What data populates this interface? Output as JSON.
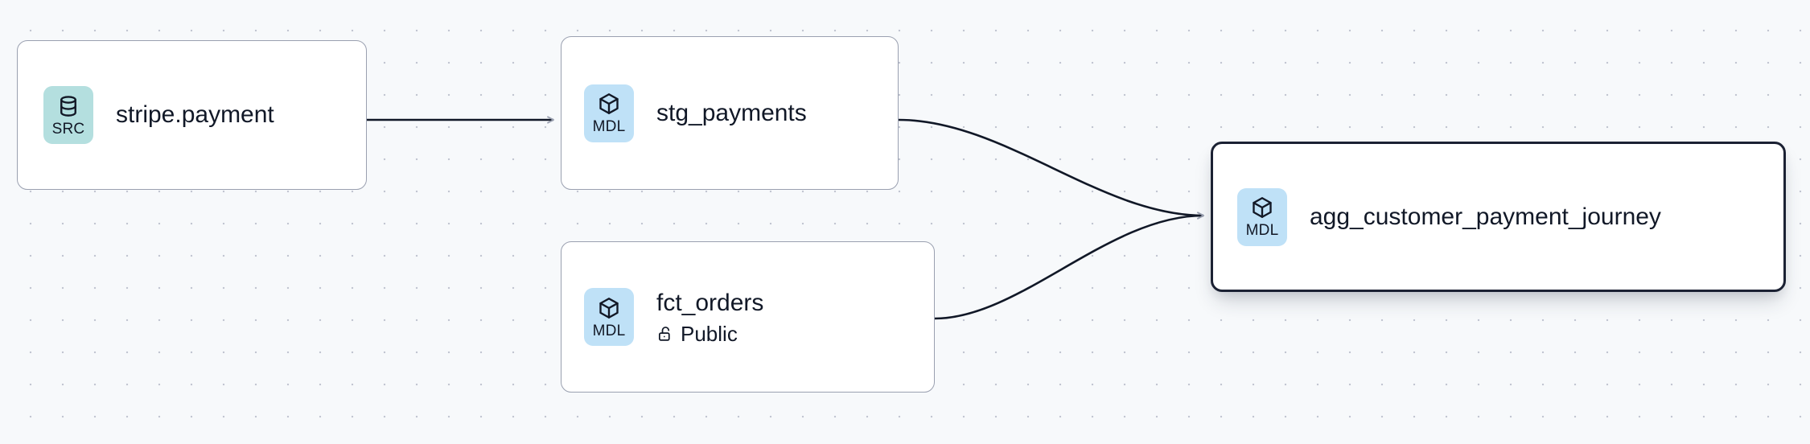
{
  "canvas": {
    "background_color": "#f7f9fb",
    "dot_color": "#c2c6d2",
    "dot_spacing": 40
  },
  "colors": {
    "source_badge": "#b4dfdf",
    "model_badge": "#bfe1f7",
    "node_border": "#9aa0b0",
    "selected_border": "#1b2133",
    "edge_stroke": "#111827",
    "arrowhead": "#9aa0b0",
    "text": "#111827"
  },
  "graph": {
    "type": "lineage-dag",
    "nodes": [
      {
        "id": "stripe-payment",
        "title": "stripe.payment",
        "badge_label": "SRC",
        "badge_kind": "source",
        "icon": "database-icon",
        "selected": false,
        "meta": null
      },
      {
        "id": "stg-payments",
        "title": "stg_payments",
        "badge_label": "MDL",
        "badge_kind": "model",
        "icon": "cube-icon",
        "selected": false,
        "meta": null
      },
      {
        "id": "fct-orders",
        "title": "fct_orders",
        "badge_label": "MDL",
        "badge_kind": "model",
        "icon": "cube-icon",
        "selected": false,
        "meta": {
          "icon": "unlock-icon",
          "label": "Public"
        }
      },
      {
        "id": "agg-customer-payment-journey",
        "title": "agg_customer_payment_journey",
        "badge_label": "MDL",
        "badge_kind": "model",
        "icon": "cube-icon",
        "selected": true,
        "meta": null
      }
    ],
    "edges": [
      {
        "id": "e1",
        "from": "stripe-payment",
        "to": "stg-payments",
        "style": "straight"
      },
      {
        "id": "e2",
        "from": "stg-payments",
        "to": "agg-customer-payment-journey",
        "style": "bezier"
      },
      {
        "id": "e3",
        "from": "fct-orders",
        "to": "agg-customer-payment-journey",
        "style": "bezier"
      }
    ]
  }
}
